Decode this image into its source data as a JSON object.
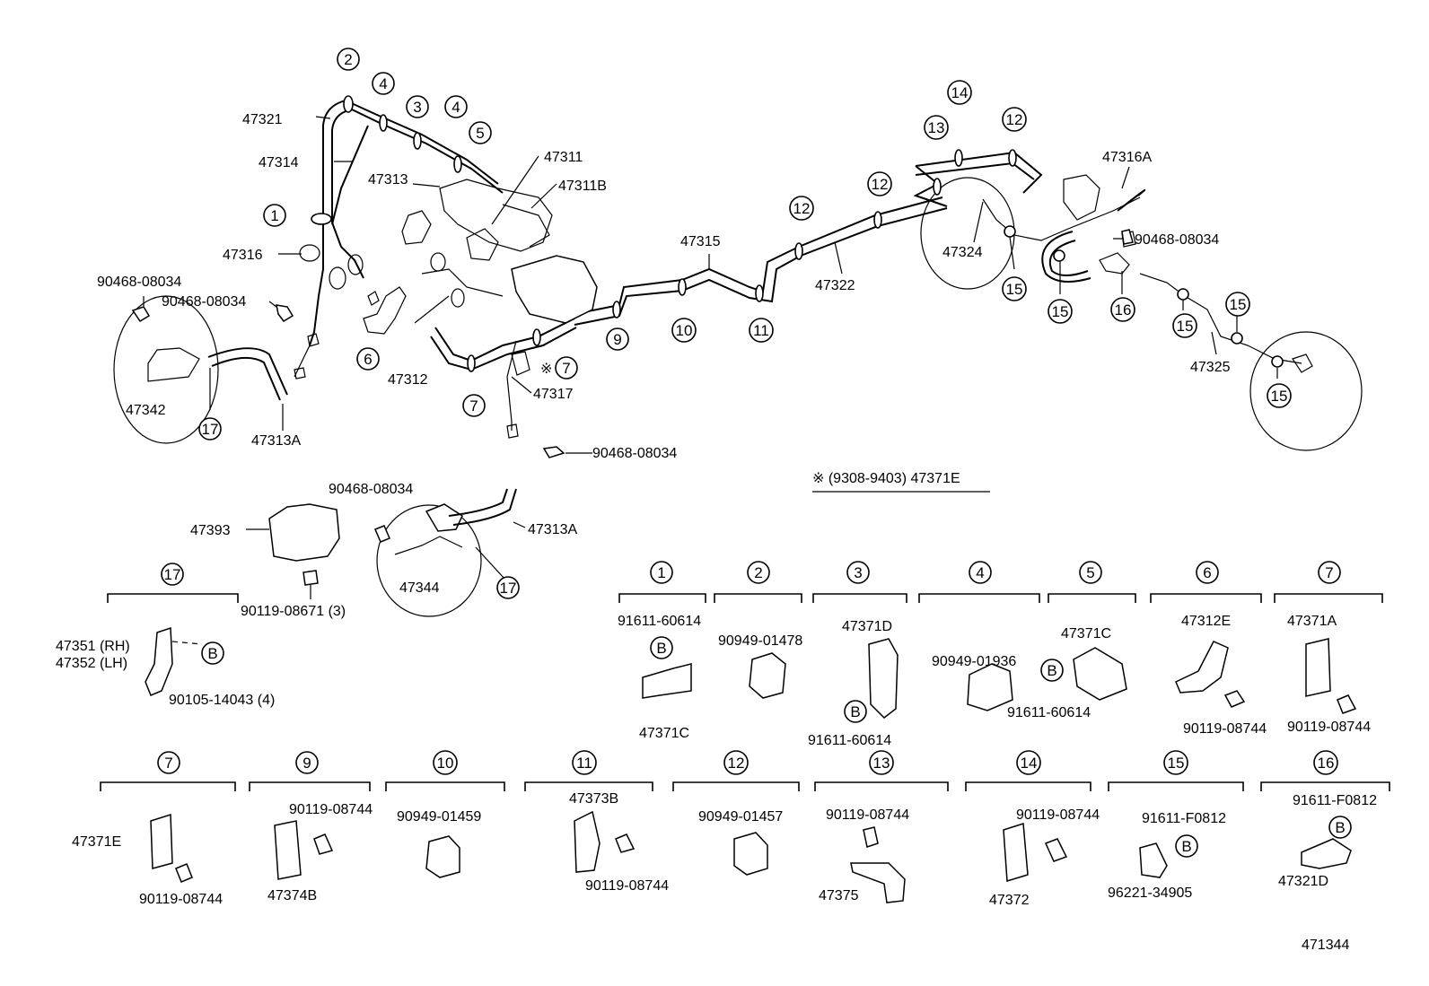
{
  "top_labels": {
    "p47321": "47321",
    "p47314": "47314",
    "p47316": "47316",
    "p47313": "47313",
    "p47311": "47311",
    "p47311B": "47311B",
    "p47312": "47312",
    "p47317": "47317",
    "p47315": "47315",
    "p47322": "47322",
    "p47324": "47324",
    "p47316A": "47316A",
    "p47325": "47325",
    "p47342": "47342",
    "p47313A": "47313A",
    "p90468_a": "90468-08034",
    "p90468_b": "90468-08034",
    "p90468_c": "90468-08034",
    "p90468_d": "90468-08034",
    "p90468_e": "90468-08034",
    "note": "※ (9308-9403) 47371E",
    "asterisk7": "※"
  },
  "mid_labels": {
    "p47393": "47393",
    "p90119_08671": "90119-08671 (3)",
    "p47344": "47344",
    "p47313A_b": "47313A"
  },
  "callouts": {
    "c1": "1",
    "c2": "2",
    "c3": "3",
    "c4": "4",
    "c5": "5",
    "c6": "6",
    "c7": "7",
    "c9": "9",
    "c10": "10",
    "c11": "11",
    "c12": "12",
    "c13": "13",
    "c14": "14",
    "c15": "15",
    "c16": "16",
    "c17": "17",
    "b": "B"
  },
  "groups": {
    "g17": {
      "num": "17",
      "l1": "47351 (RH)",
      "l2": "47352 (LH)",
      "l3": "90105-14043 (4)"
    },
    "g1": {
      "num": "1",
      "l1": "91611-60614",
      "l2": "47371C"
    },
    "g2": {
      "num": "2",
      "l1": "90949-01478"
    },
    "g3": {
      "num": "3",
      "l1": "47371D",
      "l2": "91611-60614"
    },
    "g4": {
      "num": "4",
      "l1": "90949-01936"
    },
    "g5": {
      "num": "5",
      "l1": "47371C",
      "l2": "91611-60614"
    },
    "g6": {
      "num": "6",
      "l1": "47312E",
      "l2": "90119-08744"
    },
    "g7a": {
      "num": "7",
      "l1": "47371A",
      "l2": "90119-08744"
    },
    "g7b": {
      "num": "7",
      "l1": "47371E",
      "l2": "90119-08744"
    },
    "g9": {
      "num": "9",
      "l1": "90119-08744",
      "l2": "47374B"
    },
    "g10": {
      "num": "10",
      "l1": "90949-01459"
    },
    "g11": {
      "num": "11",
      "l1": "47373B",
      "l2": "90119-08744"
    },
    "g12": {
      "num": "12",
      "l1": "90949-01457"
    },
    "g13": {
      "num": "13",
      "l1": "90119-08744",
      "l2": "47375"
    },
    "g14": {
      "num": "14",
      "l1": "90119-08744",
      "l2": "47372"
    },
    "g15": {
      "num": "15",
      "l1": "91611-F0812",
      "l2": "96221-34905"
    },
    "g16": {
      "num": "16",
      "l1": "91611-F0812",
      "l2": "47321D"
    }
  },
  "figure_id": "471344"
}
